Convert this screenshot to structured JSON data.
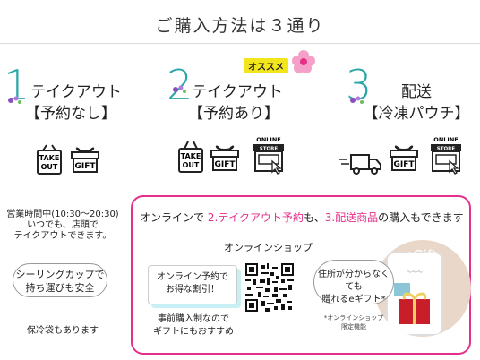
{
  "title": "ご購入方法は３通り",
  "options": [
    {
      "number": "1",
      "line1": "テイクアウト",
      "line2": "【予約なし】"
    },
    {
      "number": "2",
      "line1": "テイクアウト",
      "line2": "【予約あり】",
      "badge": "オススメ"
    },
    {
      "number": "3",
      "line1": "配送",
      "line2": "【冷凍パウチ】"
    }
  ],
  "icons": {
    "takeout_text": "TAKE\nOUT",
    "gift_text": "GIFT",
    "online_text": "ONLINE",
    "store_text": "STORE"
  },
  "left": {
    "hours_l1": "営業時間中(10:30〜20:30)",
    "hours_l2": "いつでも、店頭で",
    "hours_l3": "テイクアウトできます。",
    "seal_l1": "シーリングカップで",
    "seal_l2": "持ち運びも安全",
    "bag": "保冷袋もあります"
  },
  "online": {
    "head_pre": "オンラインで",
    "head_opt2": "2.テイクアウト予約",
    "head_mid": "も、",
    "head_opt3": "3.配送商品",
    "head_post": "の購入もできます",
    "shop_label": "オンラインショップ",
    "promo_l1": "オンライン予約で",
    "promo_l2": "お得な割引！",
    "advance_l1": "事前購入制なので",
    "advance_l2": "ギフトにもおすすめ",
    "gift_l1": "住所が分からなくても",
    "gift_l2": "贈れるeギフト*",
    "note_l1": "*オンラインショップ",
    "note_l2": "限定機能",
    "egift": "eGift"
  },
  "colors": {
    "accent_teal": "#2aa6a6",
    "accent_pink": "#e4308b",
    "badge_yellow": "#f2e51c",
    "shadow_cyan": "#c6f0f3"
  }
}
